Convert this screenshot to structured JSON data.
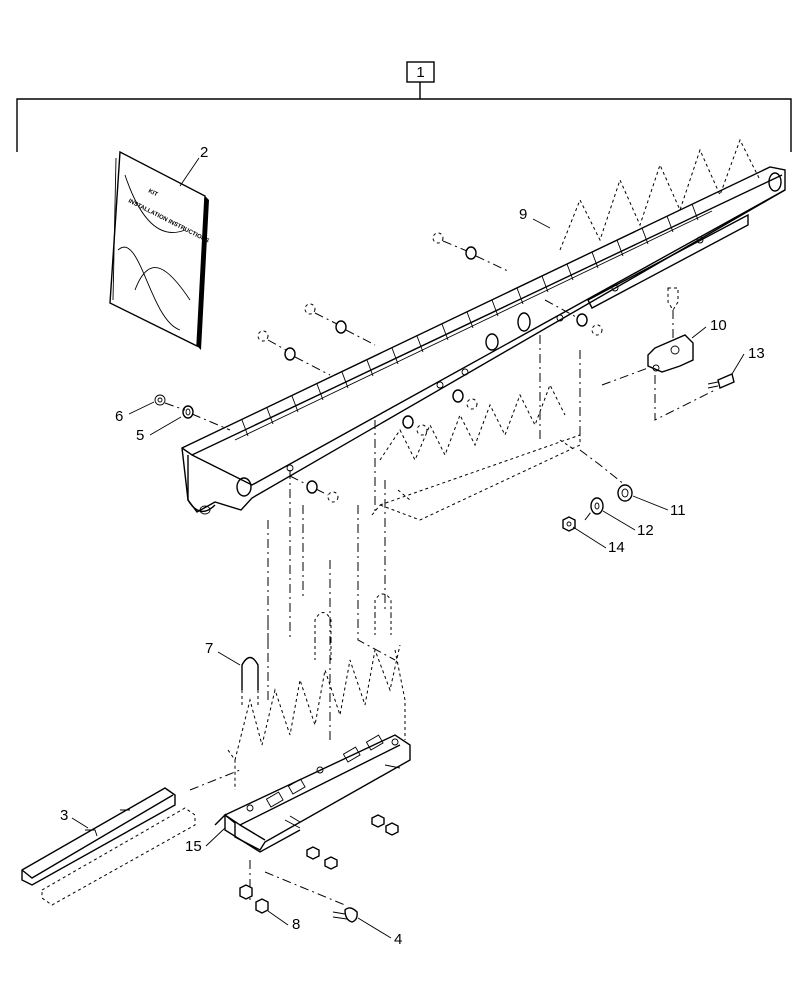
{
  "kit_number": "1",
  "manual": {
    "line1": "KIT",
    "line2": "INSTALLATION INSTRUCTIONS"
  },
  "callouts": [
    {
      "id": "c2",
      "label": "2"
    },
    {
      "id": "c3",
      "label": "3"
    },
    {
      "id": "c4",
      "label": "4"
    },
    {
      "id": "c5",
      "label": "5"
    },
    {
      "id": "c6",
      "label": "6"
    },
    {
      "id": "c7",
      "label": "7"
    },
    {
      "id": "c8",
      "label": "8"
    },
    {
      "id": "c9",
      "label": "9"
    },
    {
      "id": "c10",
      "label": "10"
    },
    {
      "id": "c11",
      "label": "11"
    },
    {
      "id": "c12",
      "label": "12"
    },
    {
      "id": "c13",
      "label": "13"
    },
    {
      "id": "c14",
      "label": "14"
    },
    {
      "id": "c15",
      "label": "15"
    }
  ]
}
